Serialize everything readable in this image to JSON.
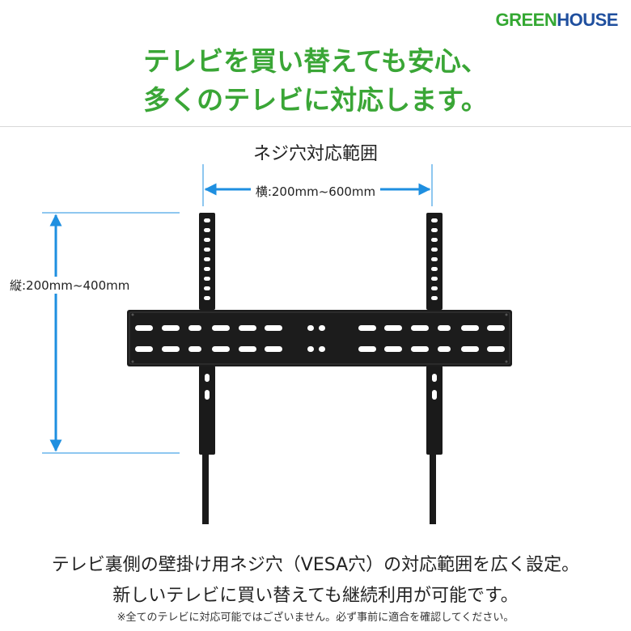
{
  "brand": {
    "part1": "GREEN",
    "part2": "HOUSE"
  },
  "headline": {
    "line1": "テレビを買い替えても安心、",
    "line2": "多くのテレビに対応します。"
  },
  "section_title": "ネジ穴対応範囲",
  "dimension_horizontal": "横:200mm~600mm",
  "dimension_vertical": "縦:200mm~400mm",
  "description": {
    "line1": "テレビ裏側の壁掛け用ネジ穴（VESA穴）の対応範囲を広く設定。",
    "line2": "新しいテレビに買い替えても継続利用が可能です。"
  },
  "note": "※全てのテレビに対応可能ではございません。必ず事前に適合を確認してください。",
  "colors": {
    "green": "#3aa636",
    "brand_blue": "#1f4f9e",
    "arrow_blue": "#1e8fe0"
  }
}
